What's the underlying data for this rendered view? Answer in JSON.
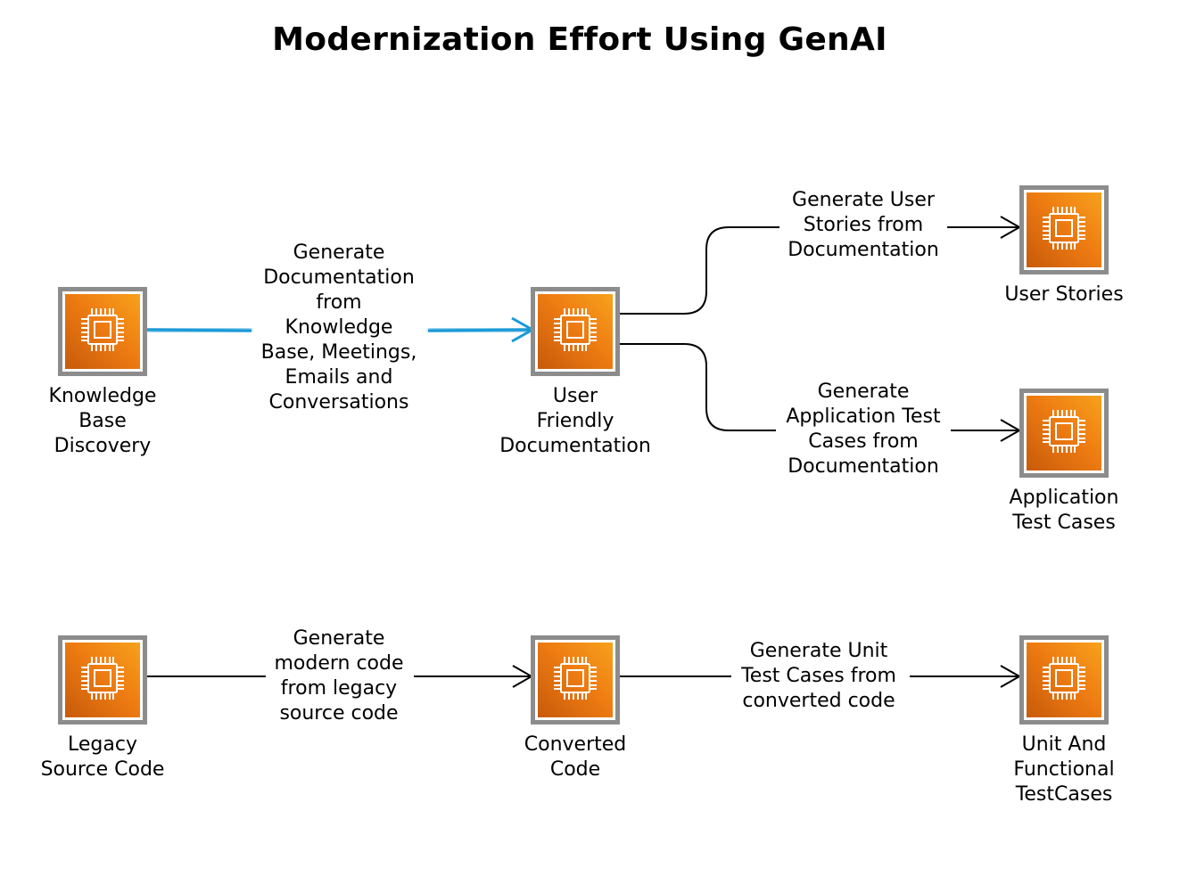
{
  "title": "Modernization Effort Using GenAI",
  "colors": {
    "node_fill": "#ee7c12",
    "node_border": "#8c8c8c",
    "highlight_edge": "#1a9ad6",
    "edge": "#000000"
  },
  "nodes": {
    "knowledge_base": {
      "label": "Knowledge\nBase\nDiscovery",
      "icon": "chip-icon"
    },
    "user_docs": {
      "label": "User\nFriendly\nDocumentation",
      "icon": "chip-icon"
    },
    "user_stories": {
      "label": "User Stories",
      "icon": "chip-icon"
    },
    "app_test_cases": {
      "label": "Application\nTest Cases",
      "icon": "chip-icon"
    },
    "legacy_code": {
      "label": "Legacy\nSource Code",
      "icon": "chip-icon"
    },
    "converted_code": {
      "label": "Converted\nCode",
      "icon": "chip-icon"
    },
    "unit_tests": {
      "label": "Unit And\nFunctional\nTestCases",
      "icon": "chip-icon"
    }
  },
  "edges": {
    "kb_to_docs": "Generate\nDocumentation\nfrom\nKnowledge\nBase, Meetings,\nEmails and\nConversations",
    "docs_to_stories": "Generate User\nStories from\nDocumentation",
    "docs_to_tests": "Generate\nApplication Test\nCases from\nDocumentation",
    "legacy_to_converted": "Generate\nmodern code\nfrom  legacy\nsource code",
    "converted_to_unit": "Generate Unit\nTest Cases from\nconverted code"
  }
}
